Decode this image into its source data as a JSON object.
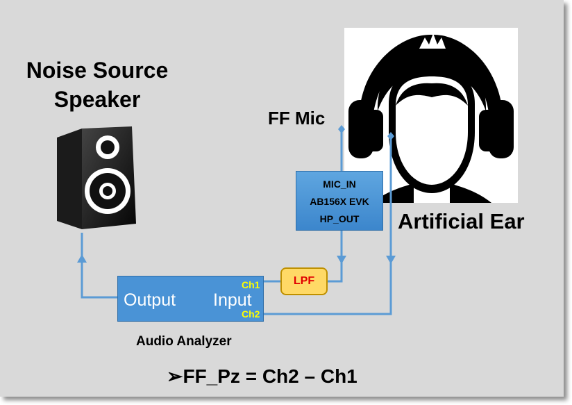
{
  "labels": {
    "noise_source_line1": "Noise Source",
    "noise_source_line2": "Speaker",
    "ff_mic": "FF Mic",
    "artificial_ear": "Artificial Ear",
    "audio_analyzer": "Audio Analyzer",
    "formula": "FF_Pz = Ch2 – Ch1",
    "formula_bullet": "➢"
  },
  "evk_board": {
    "line1": "MIC_IN",
    "line2": "AB156X EVK",
    "line3": "HP_OUT"
  },
  "analyzer": {
    "output": "Output",
    "input": "Input",
    "ch1": "Ch1",
    "ch2": "Ch2"
  },
  "filter": {
    "label": "LPF"
  },
  "colors": {
    "slide_bg": "#d9d9d9",
    "wire": "#5b9bd5",
    "block_blue": "#4a93d6",
    "channel_yellow": "#ffff00",
    "lpf_fill": "#ffd966",
    "lpf_text": "#e00000"
  },
  "icons": [
    "speaker-icon",
    "headphone-head-icon"
  ]
}
